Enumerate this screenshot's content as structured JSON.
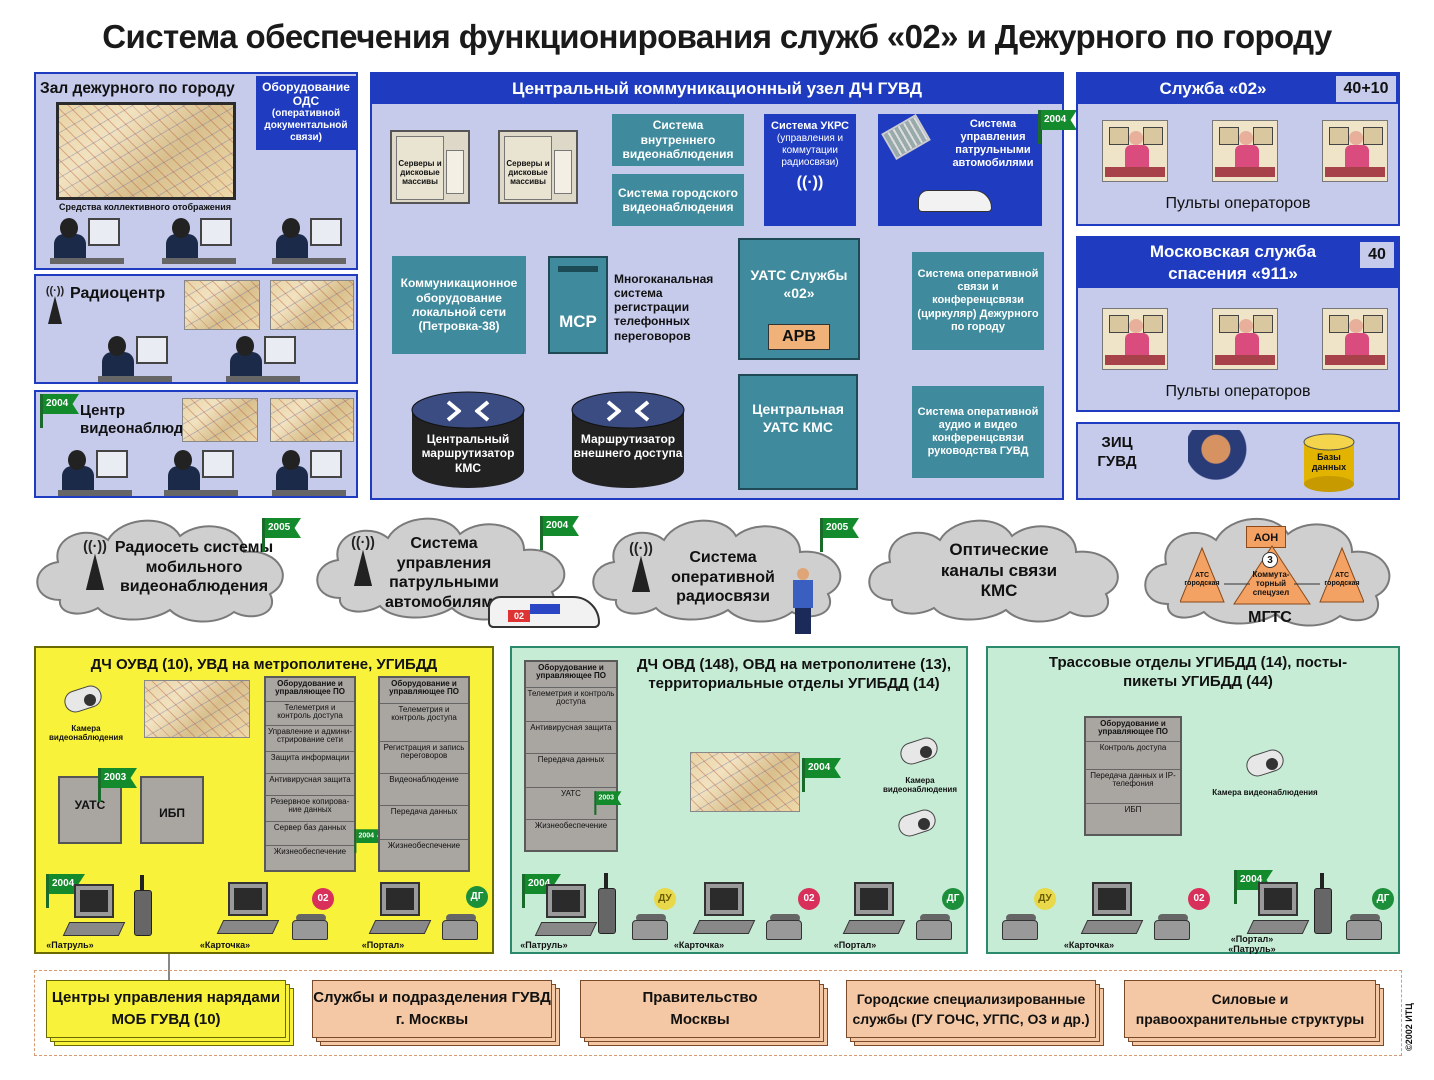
{
  "title": "Система обеспечения функционирования служб «02» и Дежурного по городу",
  "colors": {
    "blue": "#1f3cc0",
    "lavender": "#c6cbec",
    "teal": "#3f8a9c",
    "yellow": "#f8f23a",
    "mint": "#c7ecd6",
    "salmon": "#f4c8a4",
    "flag": "#138a2c"
  },
  "hall": {
    "title": "Зал дежурного по городу",
    "ods": "Оборудование ОДС",
    "ods_sub": "(оперативной документальной связи)",
    "display": "Средства коллективного отображения"
  },
  "radio_center": {
    "title": "Радиоцентр"
  },
  "video_center": {
    "title": "Центр видеонаблюдения",
    "year": "2004"
  },
  "central": {
    "header": "Центральный коммуникационный узел ДЧ ГУВД",
    "servers1": "Серверы и дисковые массивы",
    "servers2": "Серверы и дисковые массивы",
    "internal_video": "Система внутреннего видеонаблюдения",
    "city_video": "Система городского видеонаблюдения",
    "ukrs": "Система УКРС",
    "ukrs_sub": "(управления и коммутации радиосвязи)",
    "patrol_mgmt": "Система управления патрульными автомобилями",
    "patrol_year": "2004",
    "comm_equipment": "Коммуникационное оборудование локальной сети (Петровка-38)",
    "mcr": "МСР",
    "recording": "Многоканальная система регистрации телефонных переговоров",
    "uats02": "УАТС Службы «02»",
    "arv": "АРВ",
    "circular": "Система оперативной связи и конференцсвязи (циркуляр) Дежурного по городу",
    "central_router": "Центральный маршрутизатор КМС",
    "external_router": "Маршрутизатор внешнего доступа",
    "central_uats": "Центральная УАТС КМС",
    "av_conf": "Система оперативной аудио и видео конференцсвязи руководства ГУВД"
  },
  "service02": {
    "title": "Служба «02»",
    "count": "40+10",
    "operators": "Пульты операторов"
  },
  "service911": {
    "title": "Московская служба спасения «911»",
    "count": "40",
    "operators": "Пульты операторов"
  },
  "zic": {
    "title": "ЗИЦ ГУВД",
    "db": "Базы данных"
  },
  "clouds": [
    {
      "text": "Радиосеть системы мобильного видеонаблюдения",
      "year": "2005"
    },
    {
      "text": "Система управления патрульными автомобилями",
      "year": "2004"
    },
    {
      "text": "Система оперативной радиосвязи",
      "year": "2005"
    },
    {
      "text": "Оптические каналы связи КМС",
      "year": ""
    },
    {
      "text": "МГТС",
      "year": ""
    }
  ],
  "mgts": {
    "aon": "АОН",
    "ats_left": "АТС городская",
    "ats_right": "АТС городская",
    "switch_num": "3",
    "switch": "Коммута-торный спецузел"
  },
  "patrol_plate": "02",
  "duty1": {
    "title": "ДЧ ОУВД (10), УВД на метрополитене, УГИБДД",
    "camera": "Камера видеонаблюдения",
    "uats": "УАТС",
    "ups": "ИБП",
    "year_uats": "2003",
    "year_patrol": "2004",
    "rack1": [
      "Оборудование и управляющее ПО",
      "Телеметрия и контроль доступа",
      "Управление и админи-стрирование сети",
      "Защита информации",
      "Антивирусная защита",
      "Резервное копирова-ние данных",
      "Сервер баз данных",
      "Жизнеобеспечение"
    ],
    "rack1_year": "2004",
    "rack2": [
      "Оборудование и управляющее ПО",
      "Телеметрия и контроль доступа",
      "Регистрация и запись переговоров",
      "Видеонаблюдение",
      "Передача данных",
      "Жизнеобеспечение"
    ],
    "patrol": "«Патруль»",
    "card": "«Карточка»",
    "portal": "«Портал»",
    "b02": "02",
    "bdg": "ДГ"
  },
  "duty2": {
    "title": "ДЧ ОВД (148), ОВД на метрополитене (13), территориальные отделы УГИБДД (14)",
    "rack": [
      "Оборудование и управляющее ПО",
      "Телеметрия и контроль доступа",
      "Антивирусная защита",
      "Передача данных",
      "УАТС",
      "Жизнеобеспечение"
    ],
    "rack_year": "2003",
    "map_year": "2004",
    "camera": "Камера видеонаблюдения",
    "year_patrol": "2004",
    "patrol": "«Патруль»",
    "card": "«Карточка»",
    "portal": "«Портал»",
    "bdu": "ДУ",
    "b02": "02",
    "bdg": "ДГ"
  },
  "duty3": {
    "title": "Трассовые отделы УГИБДД (14), посты-пикеты УГИБДД (44)",
    "rack": [
      "Оборудование и управляющее ПО",
      "Контроль доступа",
      "Передача данных и IP-телефония",
      "ИБП"
    ],
    "camera": "Камера видеонаблюдения",
    "year": "2004",
    "card": "«Карточка»",
    "portal_patrol": "«Портал» «Патруль»",
    "bdu": "ДУ",
    "b02": "02",
    "bdg": "ДГ"
  },
  "bottom": [
    "Центры управления нарядами МОБ ГУВД (10)",
    "Службы и подразделения ГУВД г. Москвы",
    "Правительство Москвы",
    "Городские специализированные службы (ГУ ГОЧС, УГПС, ОЗ и др.)",
    "Силовые и правоохранительные структуры"
  ],
  "copyright": "©2002 ИТЦ"
}
